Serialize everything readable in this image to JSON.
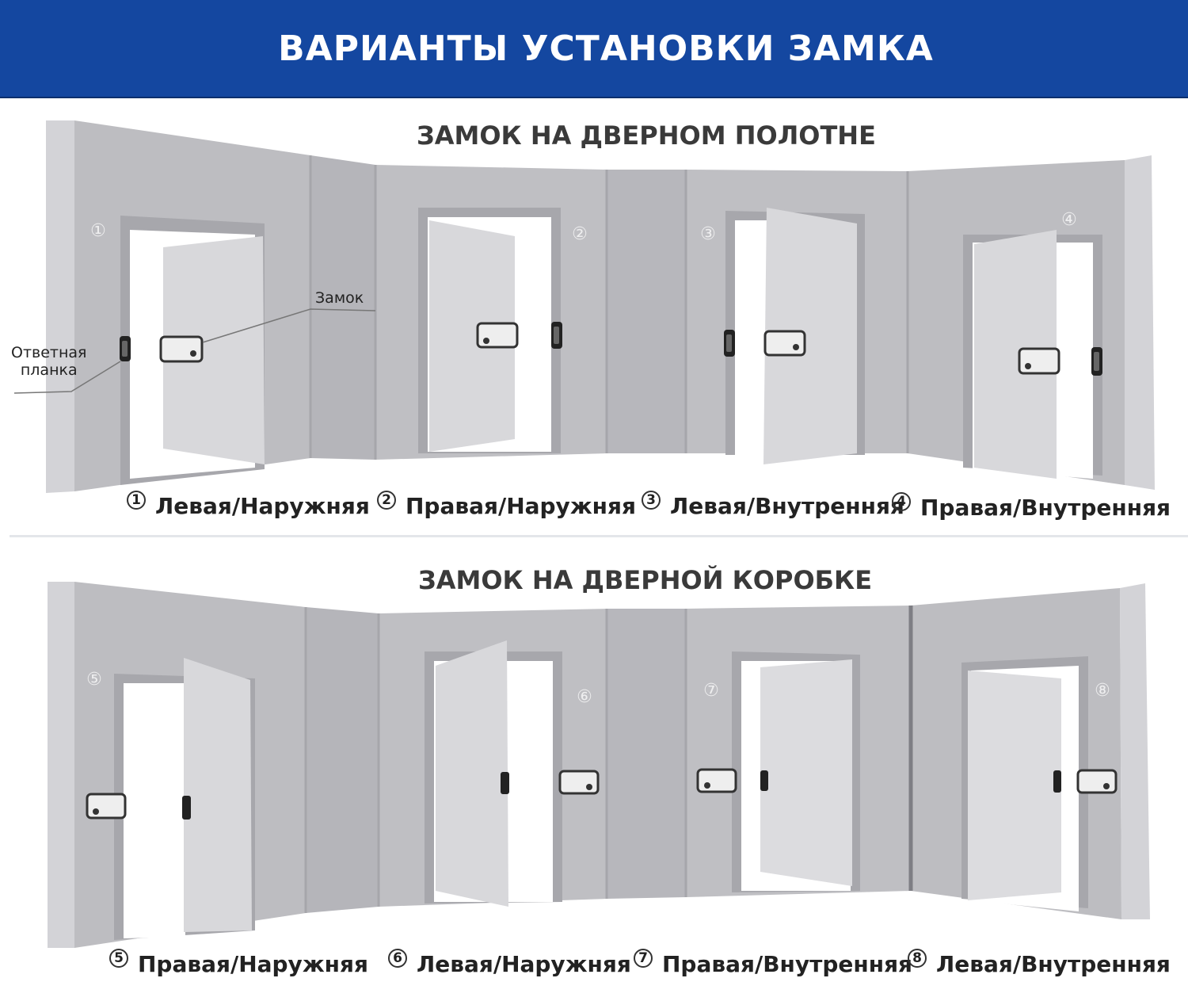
{
  "header": {
    "title": "ВАРИАНТЫ УСТАНОВКИ ЗАМКА",
    "background": "#1447a0"
  },
  "sections": [
    {
      "title": "ЗАМОК НА ДВЕРНОМ ПОЛОТНЕ",
      "callouts": {
        "lock": "Замок",
        "strike_plate": "Ответная\nпланка"
      },
      "variants": [
        {
          "number": "1",
          "label": "Левая/Наружняя"
        },
        {
          "number": "2",
          "label": "Правая/Наружняя"
        },
        {
          "number": "3",
          "label": "Левая/Внутренняя"
        },
        {
          "number": "4",
          "label": "Правая/Внутренняя"
        }
      ]
    },
    {
      "title": "ЗАМОК НА ДВЕРНОЙ КОРОБКЕ",
      "variants": [
        {
          "number": "5",
          "label": "Правая/Наружняя"
        },
        {
          "number": "6",
          "label": "Левая/Наружняя"
        },
        {
          "number": "7",
          "label": "Правая/Внутренняя"
        },
        {
          "number": "8",
          "label": "Левая/Внутренняя"
        }
      ]
    }
  ],
  "colors": {
    "wall": "#bcbcc0",
    "wall_dark": "#a9a9ae",
    "door_leaf": "#dcdcdf",
    "opening": "#ffffff",
    "frame": "#a3a3a8"
  }
}
